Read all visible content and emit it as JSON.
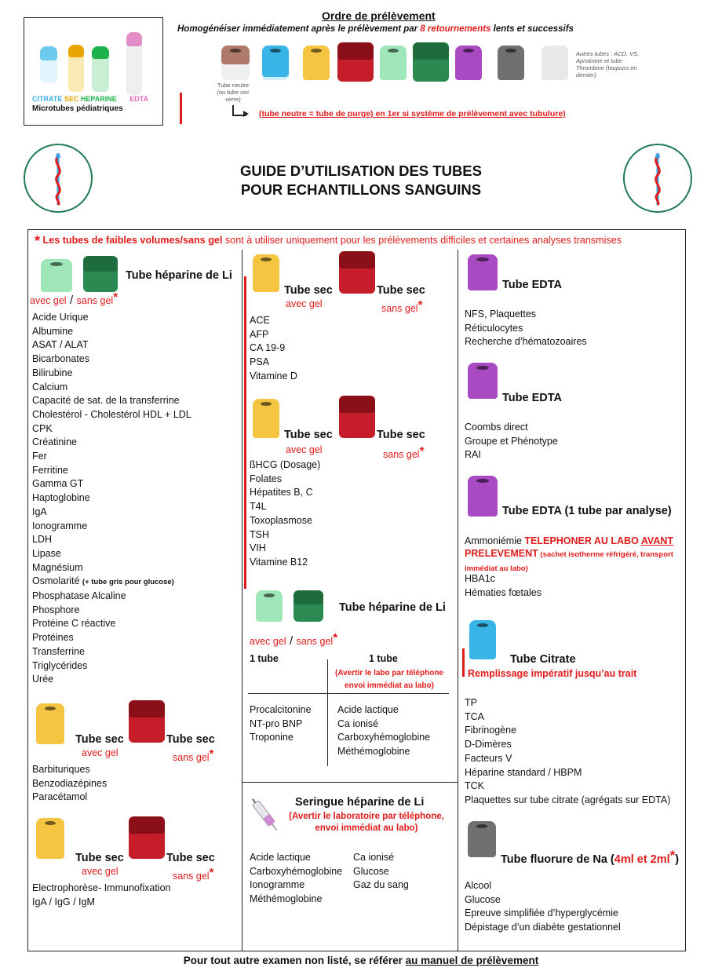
{
  "microtubes": {
    "labels": {
      "citrate": "CITRATE",
      "sec": "SEC",
      "heparine": "HEPARINE",
      "edta": "EDTA"
    },
    "caption": "Microtubes pédiatriques",
    "colors": {
      "citrate": "#3aaee6",
      "sec": "#e8a400",
      "heparine": "#1eb34a",
      "edta": "#e06ab8"
    }
  },
  "order": {
    "title": "Ordre de prélèvement",
    "subtitle_pre": "Homogénéiser immédiatement après le prélèvement par ",
    "subtitle_highlight": "8 retournements",
    "subtitle_post": " lents et successifs",
    "neutral_label": "Tube neutre",
    "neutral_sub": "(ou tube sec verre)",
    "other_tubes_note": "Autres tubes : ACD, VS, Aprotinine et tube Thrombine (toujours en dernier)",
    "purge_note": "(tube neutre = tube de purge) en 1er si système de prélèvement avec tubulure)"
  },
  "header": {
    "title_line1": "GUIDE D’UTILISATION DES TUBES",
    "title_line2": "POUR ECHANTILLONS SANGUINS"
  },
  "banner": {
    "star": "*",
    "bold": "Les tubes de faibles volumes/sans gel",
    "rest": " sont à utiliser uniquement pour les prélèvements difficiles et certaines analyses transmises"
  },
  "col1": {
    "heparine": {
      "title": "Tube héparine de Li",
      "avec_gel": "avec gel",
      "slash": "/",
      "sans_gel": "sans gel",
      "star": "*",
      "items": [
        "Acide Urique",
        "Albumine",
        "ASAT / ALAT",
        "Bicarbonates",
        "Bilirubine",
        "Calcium",
        "Capacité de sat. de la  transferrine",
        "Cholestérol - Cholestérol HDL + LDL",
        "CPK",
        "Créatinine",
        "Fer",
        "Ferritine",
        "Gamma GT",
        "Haptoglobine",
        "IgA",
        "Ionogramme",
        "LDH",
        "Lipase",
        "Magnésium",
        "Osmolarité",
        "Phosphatase Alcaline",
        "Phosphore",
        "Protéine C réactive",
        "Protéines",
        "Transferrine",
        "Triglycérides",
        "Urée"
      ],
      "osmolarite_note": "(+ tube gris pour glucose)"
    },
    "sec1": {
      "label_a": "Tube sec",
      "label_b": "Tube sec",
      "avec_gel": "avec gel",
      "sans_gel": "sans gel",
      "star": "*",
      "items": [
        "Barbituriques",
        "Benzodiazépines",
        "Paracétamol"
      ]
    },
    "sec2": {
      "label_a": "Tube sec",
      "label_b": "Tube sec",
      "avec_gel": "avec gel",
      "sans_gel": "sans gel",
      "star": "*",
      "items": [
        "Electrophorèse- Immunofixation",
        "IgA / IgG / IgM"
      ]
    }
  },
  "col2": {
    "sec1": {
      "label_a": "Tube sec",
      "label_b": "Tube sec",
      "avec_gel": "avec gel",
      "sans_gel": "sans gel",
      "star": "*",
      "items": [
        "ACE",
        "AFP",
        "CA 19-9",
        "PSA",
        "Vitamine D"
      ]
    },
    "sec2": {
      "label_a": "Tube sec",
      "label_b": "Tube sec",
      "avec_gel": "avec gel",
      "sans_gel": "sans gel",
      "star": "*",
      "items": [
        "ßHCG (Dosage)",
        "Folates",
        "Hépatites B, C",
        "T4L",
        "Toxoplasmose",
        "TSH",
        "VIH",
        "Vitamine B12"
      ]
    },
    "heparine": {
      "title": "Tube héparine de Li",
      "avec_gel": "avec gel",
      "slash": "/",
      "sans_gel": "sans gel",
      "star": "*",
      "head_left": "1 tube",
      "head_right": "1 tube",
      "head_right_note": "(Avertir le labo par téléphone envoi immédiat au labo)",
      "left_items": [
        "Procalcitonine",
        "NT-pro BNP",
        "Troponine"
      ],
      "right_items": [
        "Acide lactique",
        "Ca ionisé",
        "Carboxyhémoglobine",
        "Méthémoglobine"
      ]
    },
    "seringue": {
      "title": "Seringue héparine de Li",
      "note": "(Avertir le laboratoire par téléphone, envoi immédiat au labo)",
      "left_items": [
        "Acide lactique",
        "Carboxyhémoglobine",
        "Ionogramme",
        "Méthémoglobine"
      ],
      "right_items": [
        "Ca ionisé",
        "Glucose",
        "Gaz du sang"
      ]
    }
  },
  "col3": {
    "edta1": {
      "title": "Tube EDTA",
      "items": [
        "NFS, Plaquettes",
        "Réticulocytes",
        "Recherche d’hématozoaires"
      ]
    },
    "edta2": {
      "title": "Tube EDTA",
      "items": [
        "Coombs direct",
        "Groupe et Phénotype",
        "RAI"
      ]
    },
    "edta3": {
      "title": "Tube EDTA (1 tube par analyse)",
      "ammo": "Ammoniémie ",
      "tel": "TELEPHONER AU LABO ",
      "avant": "AVANT",
      "prelevement": "PRELEVEMENT",
      "prel_note": " (sachet isotherme réfrigéré, transport immédiat au labo)",
      "items": [
        "HBA1c",
        "Hématies fœtales"
      ]
    },
    "citrate": {
      "title": "Tube Citrate",
      "note": "Remplissage impératif jusqu’au trait",
      "items": [
        "TP",
        "TCA",
        "Fibrinogène",
        "D-Dimères",
        "Facteurs  V",
        "Héparine standard / HBPM",
        "TCK",
        "Plaquettes sur tube citrate (agrégats sur EDTA)"
      ]
    },
    "fluorure": {
      "title_pre": "Tube fluorure de Na (",
      "title_red": "4ml et 2ml",
      "title_star": "*",
      "title_post": ")",
      "items": [
        "Alcool",
        "Glucose",
        "Epreuve simplifiée d’hyperglycémie",
        "Dépistage d’un diabète gestationnel"
      ]
    }
  },
  "footer": {
    "pre": "Pour tout autre examen non listé, se référer ",
    "link": "au manuel de prélèvement"
  },
  "colors": {
    "red": "#e11b1b",
    "heparine_gel": "#9fe6b8",
    "heparine_dark": "#1e7a45",
    "sec_gel": "#f5c542",
    "sec_red": "#c51d2a",
    "edta": "#a84bc2",
    "citrate": "#39b4e6",
    "fluorure": "#707070",
    "caduceus_ring": "#1f7a50"
  }
}
